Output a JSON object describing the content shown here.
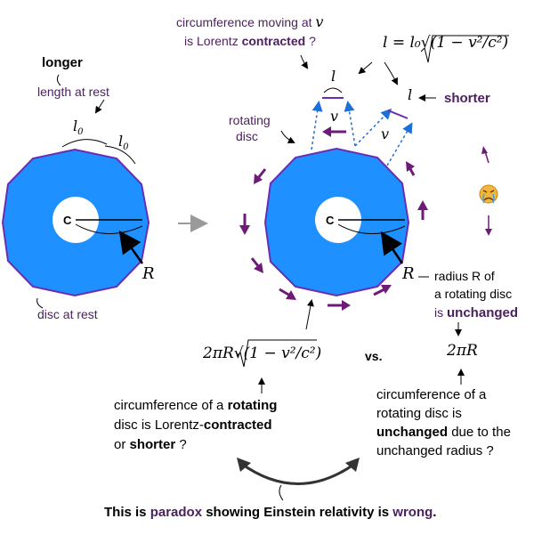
{
  "labels": {
    "longer": "longer",
    "length_at_rest": "length at rest",
    "l0_a": "l",
    "l0_a_sub": "0",
    "l0_b": "l",
    "l0_b_sub": "0",
    "disc_at_rest": "disc at rest",
    "center_left": "C",
    "center_right": "C",
    "r_left": "R",
    "r_right": "R",
    "rotating": "rotating",
    "disc": "disc",
    "circ_moving": "circumference moving at",
    "v_sym": "v",
    "is_lorentz": "is Lorentz",
    "contracted": "contracted",
    "question": "?",
    "formula_top": "l = l₀√(1 − v²/c²)",
    "l_small_1": "l",
    "l_small_2": "l",
    "v_1": "v",
    "v_2": "v",
    "shorter_top": "shorter",
    "radius_line1": "radius R of",
    "radius_line2": "a rotating disc",
    "radius_is": "is",
    "unchanged_top": "unchanged",
    "formula_left": "2πR√(1 − v²/c²)",
    "vs": "vs.",
    "formula_right": "2πR",
    "left_q_1a": "circumference of a",
    "left_q_1b": "rotating",
    "left_q_2a": "disc is Lorentz-",
    "left_q_2b": "contracted",
    "left_q_3a": "or",
    "left_q_3b": "shorter",
    "left_q_3c": "?",
    "right_q_1": "circumference of a",
    "right_q_2": "rotating disc is",
    "right_q_3a": "unchanged",
    "right_q_3b": "due to the",
    "right_q_4": "unchanged radius ?",
    "bottom_a": "This is",
    "bottom_b": "paradox",
    "bottom_c": "showing Einstein relativity is",
    "bottom_d": "wrong",
    "bottom_e": "."
  },
  "colors": {
    "disc_fill": "#1e90ff",
    "polygon_stroke": "#6a2bb5",
    "purple_arrow": "#6e1b78",
    "dashed_arrow": "#1f6fd8",
    "emoji_face": "#f4b63a"
  },
  "icons": [
    "crying-face-icon"
  ]
}
